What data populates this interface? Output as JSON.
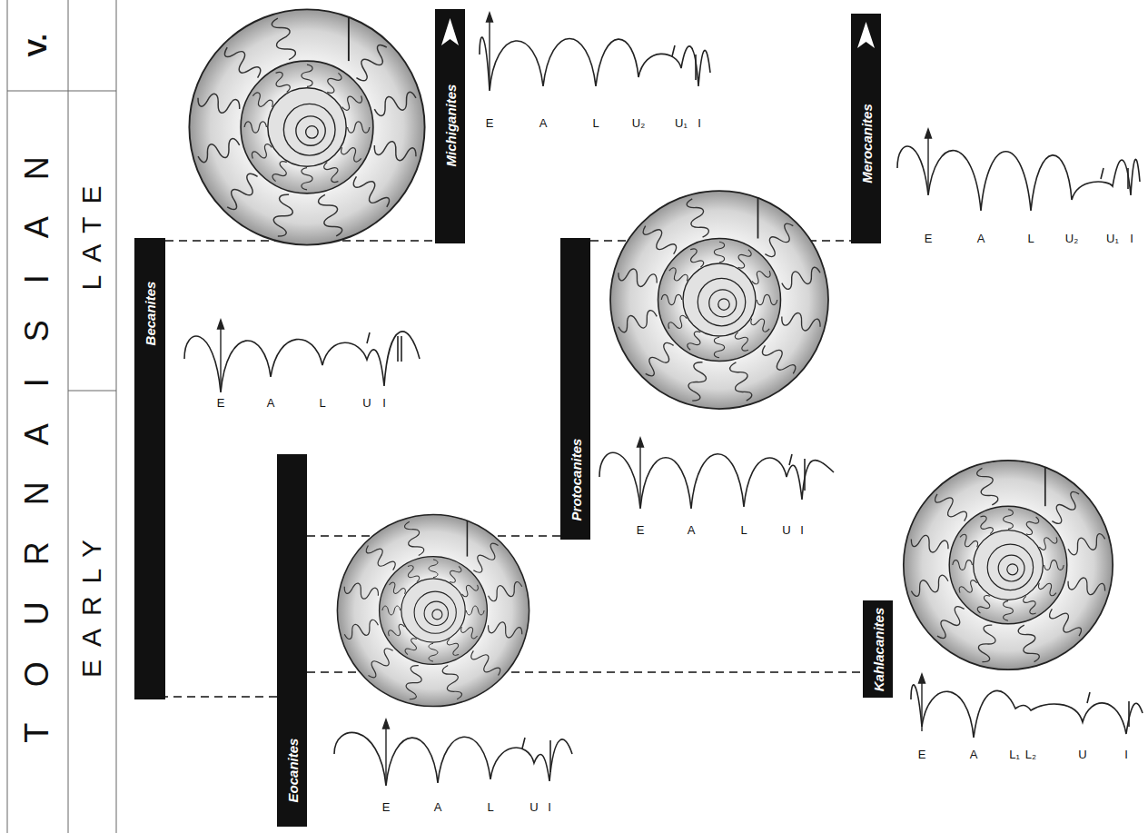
{
  "diagram": {
    "nodes": [
      {
        "text": [
          "Becanites"
        ]
      },
      {
        "text": [
          "Eocanites"
        ]
      },
      {
        "text": [
          "Protocanites"
        ]
      },
      {
        "text": [
          "Kahlacanites"
        ]
      },
      {
        "text": [
          "Michiganites"
        ]
      },
      {
        "text": [
          "Merocanites"
        ]
      }
    ],
    "edges": [
      {
        "from": 1,
        "to": 0,
        "arrow": "none"
      },
      {
        "from": 1,
        "to": 2,
        "arrow": "none"
      },
      {
        "from": 1,
        "to": 3,
        "arrow": "none"
      },
      {
        "from": 0,
        "to": 4,
        "arrow": "none"
      },
      {
        "from": 2,
        "to": 5,
        "arrow": "none"
      }
    ],
    "labels": [
      "V.",
      "TOURNAISIAN",
      "LATE",
      "EARLY",
      "E",
      "A",
      "L",
      "U₂",
      "U₁",
      "I",
      "E",
      "A",
      "L",
      "U₂",
      "U₁",
      "I",
      "E",
      "A",
      "L",
      "U",
      "I",
      "E",
      "A",
      "L",
      "U",
      "I",
      "E",
      "A",
      "L",
      "U",
      "I",
      "E",
      "A",
      "L₁",
      "L₂",
      "U",
      "I"
    ]
  }
}
